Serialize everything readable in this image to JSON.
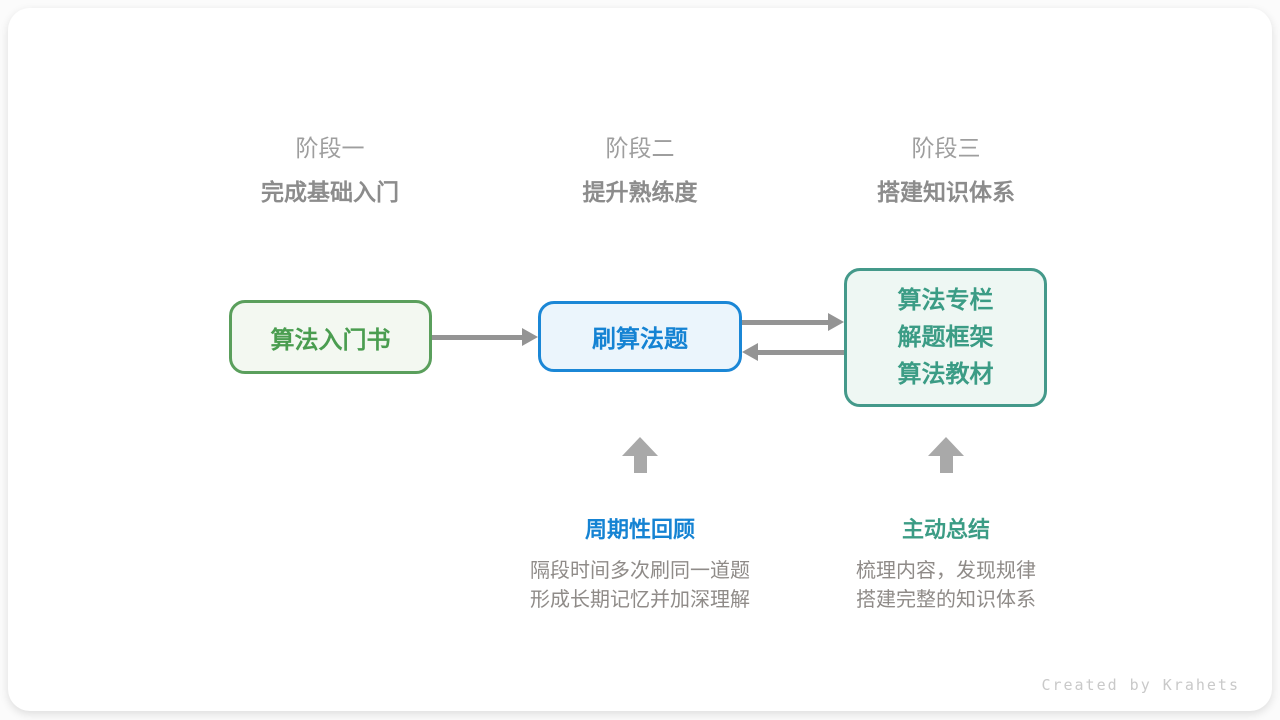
{
  "diagram": {
    "stages": [
      {
        "label": "阶段一",
        "subtitle": "完成基础入门"
      },
      {
        "label": "阶段二",
        "subtitle": "提升熟练度"
      },
      {
        "label": "阶段三",
        "subtitle": "搭建知识体系"
      }
    ],
    "nodes": {
      "intro_book": {
        "label": "算法入门书"
      },
      "practice": {
        "label": "刷算法题"
      },
      "resources": {
        "lines": [
          "算法专栏",
          "解题框架",
          "算法教材"
        ]
      }
    },
    "annotations": [
      {
        "title": "周期性回顾",
        "desc_lines": [
          "隔段时间多次刷同一道题",
          "形成长期记忆并加深理解"
        ]
      },
      {
        "title": "主动总结",
        "desc_lines": [
          "梳理内容，发现规律",
          "搭建完整的知识体系"
        ]
      }
    ],
    "footer_credit": "Created by Krahets",
    "colors": {
      "green_border": "#5a9f5c",
      "green_fill": "#f3f8f1",
      "green_text": "#4a9d50",
      "blue_border": "#1b87d6",
      "blue_fill": "#ebf5fc",
      "blue_text": "#1583d3",
      "teal_border": "#44998a",
      "teal_fill": "#eef7f3",
      "teal_text": "#3b9c85",
      "flow_arrow_gray": "#949494",
      "up_arrow_gray": "#a9a9a9",
      "stage_label_gray": "#9e9e9e",
      "stage_subtitle_gray": "#8c8c8c",
      "desc_text_gray": "#8f8b88",
      "credit_gray": "#c9c9c9"
    }
  }
}
